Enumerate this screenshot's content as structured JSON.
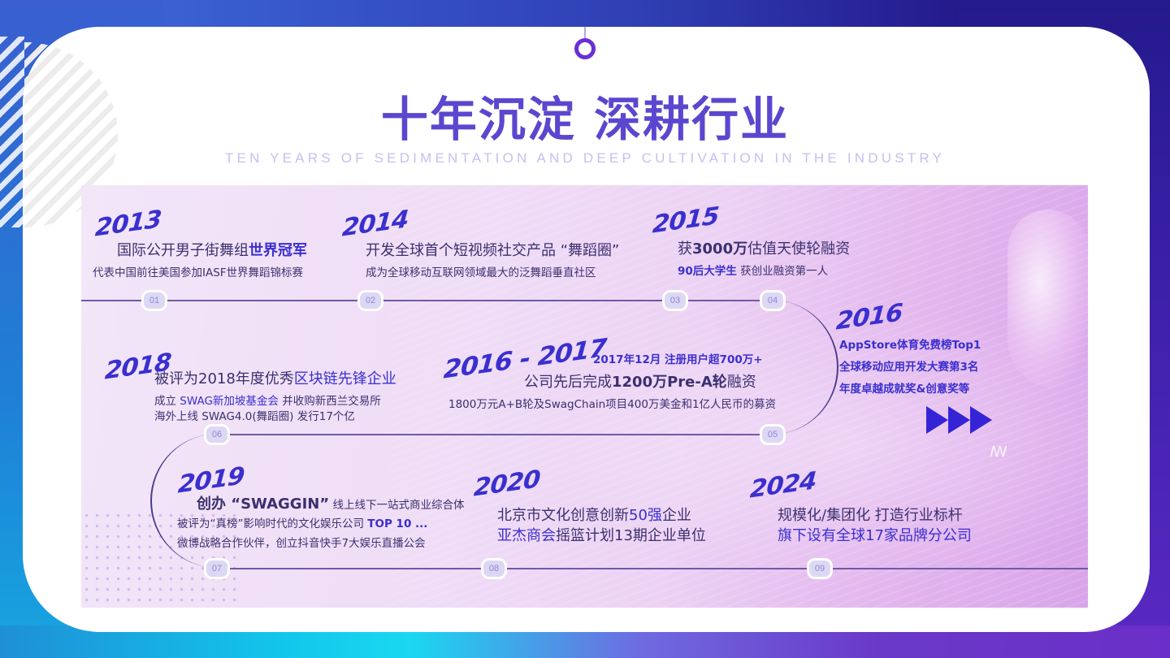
{
  "header": {
    "title": "十年沉淀 深耕行业",
    "subtitle": "TEN YEARS OF SEDIMENTATION AND DEEP CULTIVATION IN THE INDUSTRY"
  },
  "colors": {
    "accent": "#5b47cf",
    "year": "#3a2fcf",
    "text": "#3b3070",
    "node": "#dcd8f4"
  },
  "milestones": [
    {
      "node": "01",
      "year": "2013",
      "title_a": "国际公开男子街舞组",
      "title_b": "世界冠军",
      "line1": "代表中国前往美国参加IASF世界舞蹈锦标赛"
    },
    {
      "node": "02",
      "year": "2014",
      "title": "开发全球首个短视频社交产品 “舞蹈圈”",
      "line1": "成为全球移动互联网领域最大的泛舞蹈垂直社区"
    },
    {
      "node": "03",
      "year": "2015",
      "title_a": "获",
      "title_b": "3000万",
      "title_c": "估值天使轮融资",
      "line1_a": "90后大学生",
      "line1_b": " 获创业融资第一人"
    },
    {
      "node": "04",
      "year": "2016",
      "line1": "AppStore体育免费榜Top1",
      "line2": "全球移动应用开发大赛第3名",
      "line3": "年度卓越成就奖&创意奖等"
    },
    {
      "node": "05",
      "year": "2016 - 2017",
      "line0": "2017年12月 注册用户超700万+",
      "title_a": "公司先后完成",
      "title_b": "1200万Pre-A轮",
      "title_c": "融资",
      "line1": "1800万元A+B轮及SwagChain项目400万美金和1亿人民币的募资"
    },
    {
      "node": "06",
      "year": "2018",
      "title_a": "被评为2018年度优秀",
      "title_b": "区块链先锋企业",
      "line1_a": "成立 ",
      "line1_b": "SWAG新加坡基金会",
      "line1_c": " 并收购新西兰交易所",
      "line2": "海外上线 SWAG4.0(舞蹈圈) 发行17个亿"
    },
    {
      "node": "07",
      "year": "2019",
      "title_a": "创办 “SWAGGIN”",
      "title_b": " 线上线下一站式商业综合体",
      "line1_a": "被评为“真榜”影响时代的文化娱乐公司 ",
      "line1_b": "TOP 10 ...",
      "line2": "微博战略合作伙伴，创立抖音快手7大娱乐直播公会"
    },
    {
      "node": "08",
      "year": "2020",
      "line1_a": "北京市文化创意创新",
      "line1_b": "50强",
      "line1_c": "企业",
      "line2_a": "亚杰商会",
      "line2_b": "摇篮计划13期企业单位"
    },
    {
      "node": "09",
      "year": "2024",
      "line1": "规模化/集团化  打造行业标杆",
      "line2": "旗下设有全球17家品牌分公司"
    }
  ],
  "icons": {
    "arrows": "fast-forward-triangles",
    "logo": "ꟿ"
  }
}
